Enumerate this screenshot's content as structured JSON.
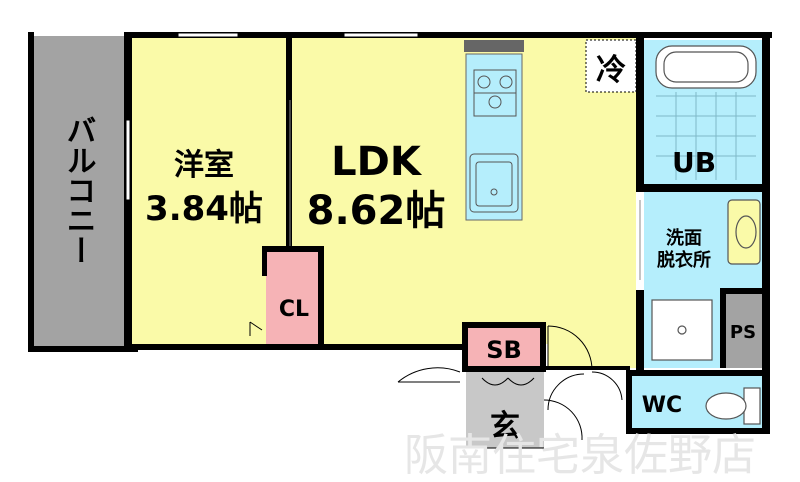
{
  "floor_plan": {
    "rooms": {
      "balcony": {
        "label": "バルコニー"
      },
      "western_room": {
        "name": "洋室",
        "size": "3.84帖"
      },
      "ldk": {
        "name": "LDK",
        "size": "8.62帖"
      },
      "closet": {
        "label": "CL"
      },
      "unit_bath": {
        "label": "UB"
      },
      "washroom": {
        "line1": "洗面",
        "line2": "脱衣所"
      },
      "pipe_space": {
        "label": "PS"
      },
      "shoe_box": {
        "label": "SB"
      },
      "entrance": {
        "label": "玄"
      },
      "toilet": {
        "label": "WC"
      },
      "fridge_space": {
        "label": "冷"
      }
    },
    "watermark": "阪南住宅泉佐野店",
    "colors": {
      "living": "#fafaa8",
      "balcony": "#a3a3a3",
      "closet": "#f6b3b6",
      "wet_area": "#b5eefc",
      "ps": "#a3a3a3",
      "wall": "#000000",
      "entrance_floor": "#c8c8c8"
    }
  }
}
